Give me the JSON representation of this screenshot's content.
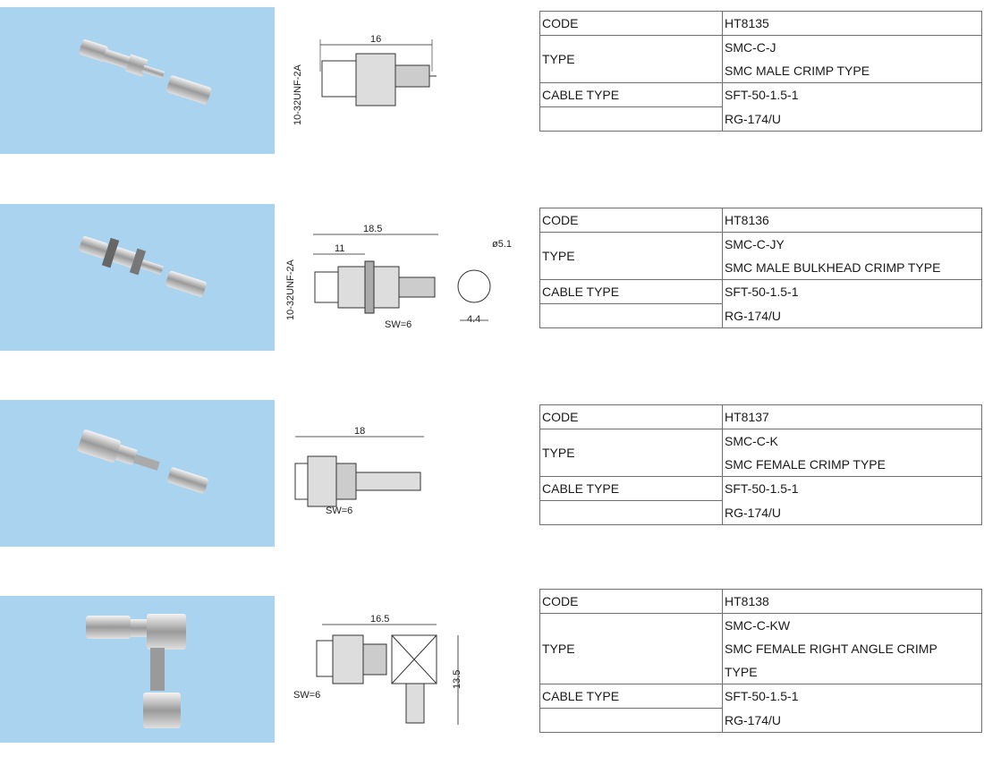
{
  "products": [
    {
      "code_label": "CODE",
      "code": "HT8135",
      "type_label": "TYPE",
      "type_lines": [
        "SMC-C-J",
        "SMC MALE CRIMP TYPE"
      ],
      "cable_label": "CABLE TYPE",
      "cable_lines": [
        "SFT-50-1.5-1",
        "RG-174/U"
      ],
      "dims": {
        "length": "16",
        "thread": "10-32UNF-2A"
      }
    },
    {
      "code_label": "CODE",
      "code": "HT8136",
      "type_label": "TYPE",
      "type_lines": [
        "SMC-C-JY",
        "SMC MALE BULKHEAD CRIMP TYPE"
      ],
      "cable_label": "CABLE TYPE",
      "cable_lines": [
        "SFT-50-1.5-1",
        "RG-174/U"
      ],
      "dims": {
        "length": "18.5",
        "inner": "11",
        "thread": "10-32UNF-2A",
        "sw": "SW=6",
        "dia": "ø5.1",
        "flat": "4.4"
      }
    },
    {
      "code_label": "CODE",
      "code": "HT8137",
      "type_label": "TYPE",
      "type_lines": [
        "SMC-C-K",
        "SMC FEMALE CRIMP TYPE"
      ],
      "cable_label": "CABLE TYPE",
      "cable_lines": [
        "SFT-50-1.5-1",
        "RG-174/U"
      ],
      "dims": {
        "length": "18",
        "sw": "SW=6"
      }
    },
    {
      "code_label": "CODE",
      "code": "HT8138",
      "type_label": "TYPE",
      "type_lines": [
        "SMC-C-KW",
        "SMC FEMALE RIGHT ANGLE CRIMP",
        "TYPE"
      ],
      "cable_label": "CABLE TYPE",
      "cable_lines": [
        "SFT-50-1.5-1",
        "RG-174/U"
      ],
      "dims": {
        "length": "16.5",
        "height": "13.5",
        "sw": "SW=6"
      }
    }
  ],
  "colors": {
    "photo_bg": "#a9d3ee",
    "border": "#6f6f6f"
  }
}
